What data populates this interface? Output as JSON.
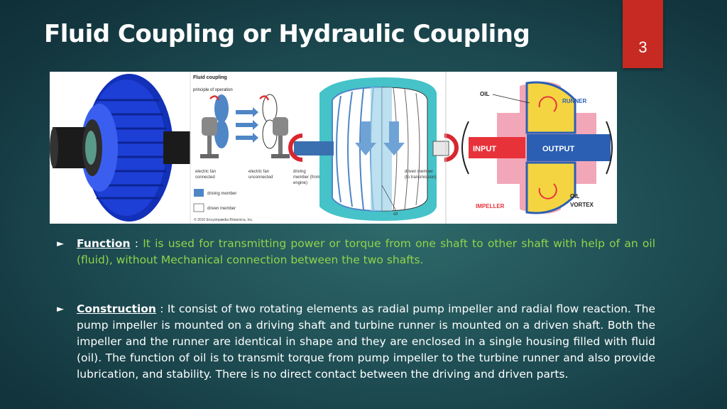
{
  "slide": {
    "title": "Fluid Coupling or Hydraulic Coupling",
    "number": "3"
  },
  "figure": {
    "panel2": {
      "heading": "Fluid coupling",
      "subheading": "principle of operation",
      "fan1_label_1": "electric fan",
      "fan1_label_2": "connected",
      "fan2_label_1": "electric fan",
      "fan2_label_2": "unconnected",
      "legend_driving": "driving member",
      "legend_driven": "driven member",
      "copyright": "© 2010 Encyclopædia Britannica, Inc."
    },
    "panel3": {
      "driving_1": "driving",
      "driving_2": "member (from",
      "driving_3": "engine)",
      "driven_1": "driven member",
      "driven_2": "(to transmission)",
      "oil": "oil"
    },
    "panel4": {
      "oil": "OIL",
      "runner": "RUNNER",
      "input": "INPUT",
      "output": "OUTPUT",
      "impeller": "IMPELLER",
      "oil_vortex_1": "OIL",
      "oil_vortex_2": "VORTEX"
    },
    "colors": {
      "coupling_blue": "#1d3fd6",
      "driving_blue": "#4f86c6",
      "input_red": "#e8323a",
      "housing_pink": "#f2a7b8",
      "output_blue": "#2b5fb3",
      "oil_yellow": "#f5d442"
    }
  },
  "bullets": [
    {
      "term": "Function",
      "separator": " : ",
      "text": "It is used for transmitting power or torque from one shaft to other shaft with help of an oil (fluid), without Mechanical connection between the two shafts."
    },
    {
      "term": "Construction",
      "separator": " : ",
      "text": "It consist of two rotating elements as radial pump impeller and radial flow reaction. The pump impeller is mounted on a driving shaft and turbine runner is mounted on a driven shaft. Both the impeller and the runner are identical in shape and they are enclosed in a single housing filled with fluid (oil). The function of oil is to transmit torque from pump impeller to the turbine runner and also provide lubrication, and stability. There is no direct contact between the driving and driven parts."
    }
  ]
}
